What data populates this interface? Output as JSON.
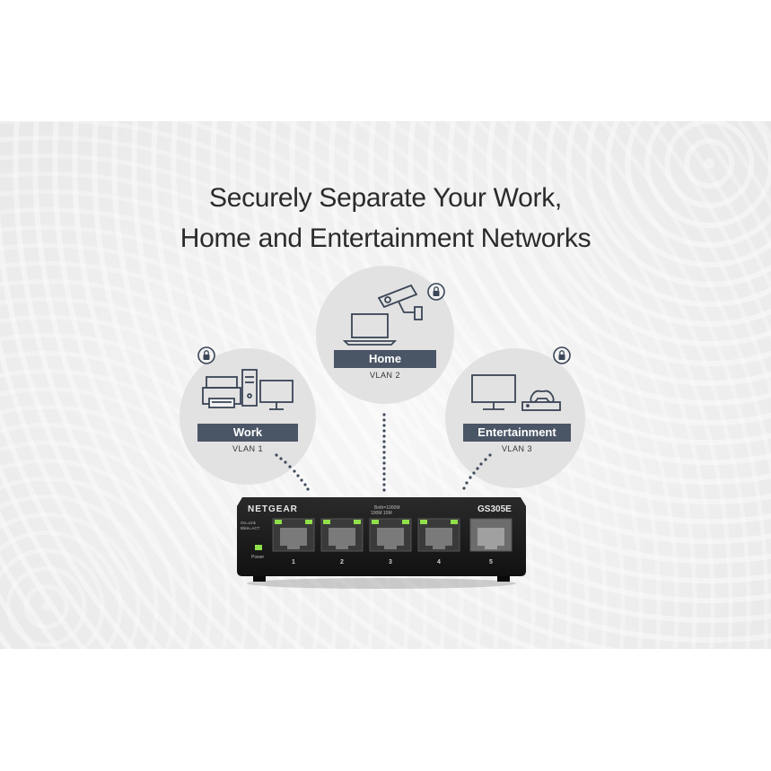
{
  "headline": {
    "line1": "Securely Separate Your Work,",
    "line2": "Home and Entertainment Networks"
  },
  "networks": [
    {
      "label": "Work",
      "vlan": "VLAN 1"
    },
    {
      "label": "Home",
      "vlan": "VLAN 2"
    },
    {
      "label": "Entertainment",
      "vlan": "VLAN 3"
    }
  ],
  "switch": {
    "brand": "NETGEAR",
    "model": "GS305E",
    "speed_legend_line1": "Both=1000M",
    "speed_legend_line2": "100M   10M",
    "led_legend_line1": "On=Link",
    "led_legend_line2": "Blink=ACT",
    "power_label": "Power",
    "ports": [
      "1",
      "2",
      "3",
      "4",
      "5"
    ]
  },
  "colors": {
    "label_bar": "#4a5566",
    "led_green": "#8fe04a",
    "switch_body": "#1c1c1c"
  },
  "icons": [
    "lock-icon",
    "printer-icon",
    "desktop-icon",
    "laptop-icon",
    "security-camera-icon",
    "tv-icon",
    "game-console-icon"
  ]
}
